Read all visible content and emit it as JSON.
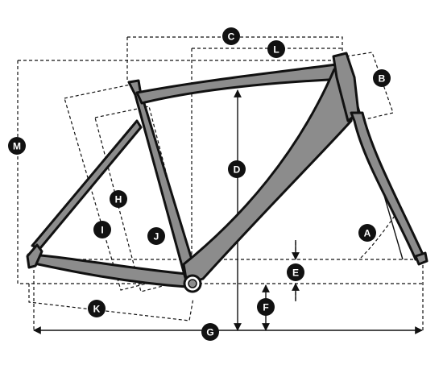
{
  "labels": {
    "a": "A",
    "b": "B",
    "c": "C",
    "d": "D",
    "e": "E",
    "f": "F",
    "g": "G",
    "h": "H",
    "i": "I",
    "j": "J",
    "k": "K",
    "l": "L",
    "m": "M"
  },
  "colors": {
    "frame_fill": "#8c8c8c",
    "line": "#111111",
    "badge": "#111111",
    "badge_text": "#ffffff"
  }
}
